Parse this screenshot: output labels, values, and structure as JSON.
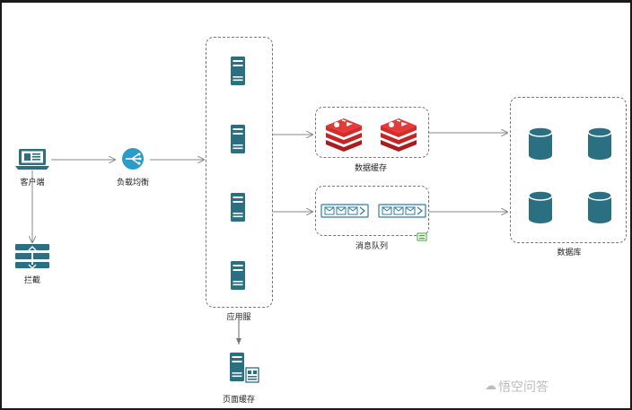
{
  "colors": {
    "teal": "#2b6f82",
    "redis": "#d42b2b",
    "mq_blue": "#2b7da3",
    "arrow": "#888888"
  },
  "labels": {
    "client": "客户端",
    "intercept": "拦截",
    "load_balancer": "负载均衡",
    "app_server": "应用服",
    "page_cache": "页面缓存",
    "data_cache": "数据缓存",
    "message_queue": "消息队列",
    "database": "数据库"
  },
  "watermark": "悟空问答",
  "icons": [
    "laptop-icon",
    "firewall-icon",
    "load-balancer-icon",
    "server-icon",
    "redis-icon",
    "queue-icon",
    "database-icon",
    "page-icon"
  ]
}
